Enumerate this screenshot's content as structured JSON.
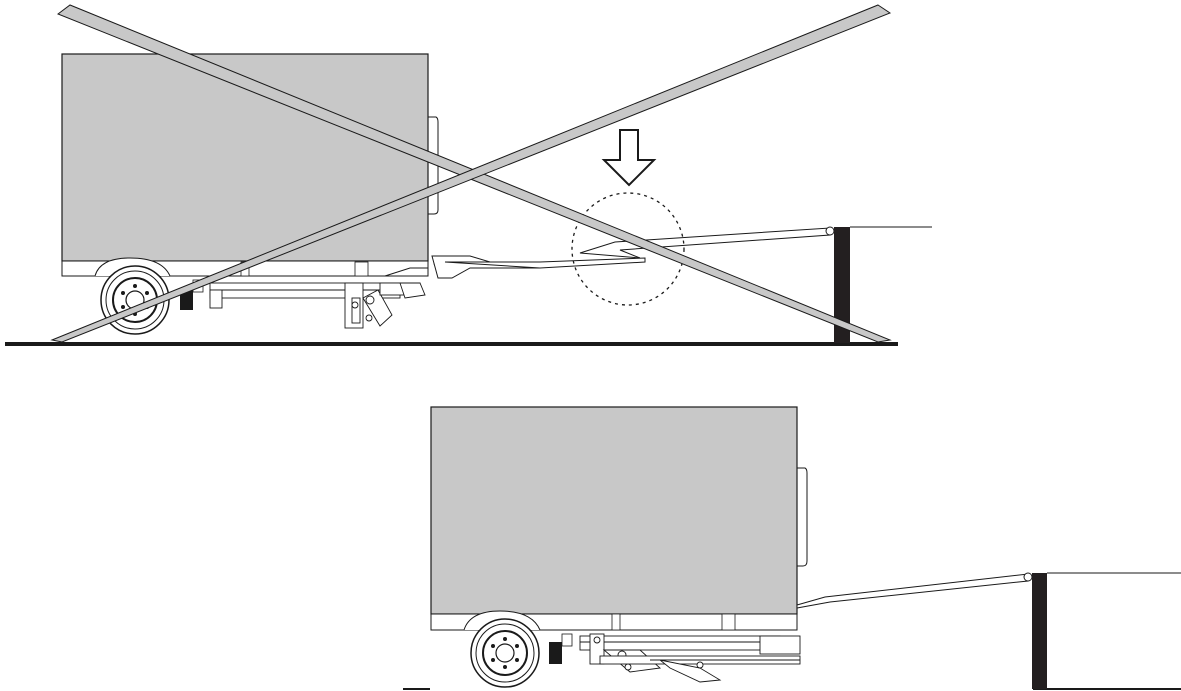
{
  "figure": {
    "panels": [
      {
        "id": "incorrect",
        "state": "crossed-out",
        "arrow": "down-arrow-icon",
        "highlight": "dashed-circle"
      },
      {
        "id": "correct",
        "state": "allowed"
      }
    ]
  },
  "colors": {
    "body_fill": "#c8c8c8",
    "outline": "#1a1a1a",
    "dock_wall": "#231f20",
    "background": "#ffffff"
  }
}
